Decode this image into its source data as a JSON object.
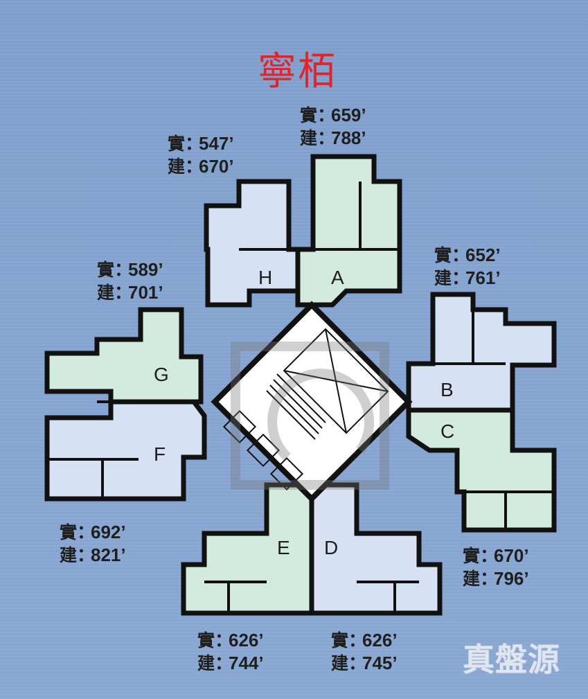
{
  "title": "寧栢",
  "labels": {
    "saleable_prefix": "實",
    "gross_prefix": "建",
    "separator": "：",
    "unit_suffix": "’"
  },
  "units": [
    {
      "id": "A",
      "saleable": "659",
      "gross": "788",
      "color": "#d3eadf"
    },
    {
      "id": "B",
      "saleable": "652",
      "gross": "761",
      "color": "#d6e2f3"
    },
    {
      "id": "C",
      "saleable": "670",
      "gross": "796",
      "color": "#d3eadf"
    },
    {
      "id": "D",
      "saleable": "626",
      "gross": "745",
      "color": "#d6e2f3"
    },
    {
      "id": "E",
      "saleable": "626",
      "gross": "744",
      "color": "#d3eadf"
    },
    {
      "id": "F",
      "saleable": "692",
      "gross": "821",
      "color": "#d6e2f3"
    },
    {
      "id": "G",
      "saleable": "589",
      "gross": "701",
      "color": "#d3eadf"
    },
    {
      "id": "H",
      "saleable": "547",
      "gross": "670",
      "color": "#d6e2f3"
    }
  ],
  "watermark": "真盤源",
  "colors": {
    "background": "#84a3d0",
    "title": "#e0242b",
    "wall": "#111111",
    "green_unit": "#d3eadf",
    "blue_unit": "#d6e2f3"
  }
}
